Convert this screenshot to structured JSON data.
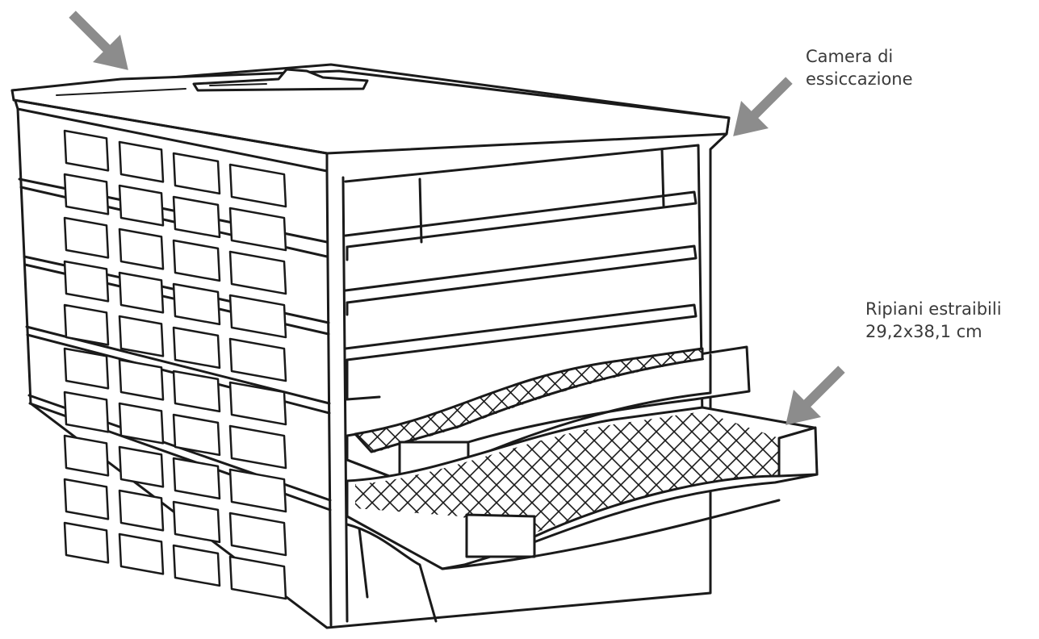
{
  "labels": {
    "chamber": [
      "Camera di",
      "essiccazione"
    ],
    "trays": [
      "Ripiani estraibili",
      "29,2x38,1 cm"
    ]
  },
  "colors": {
    "line": "#1a1a1a",
    "arrow": "#8c8c8c",
    "text": "#3a3a3a",
    "fill": "#ffffff"
  },
  "icons": {
    "top_arrow": "arrow-down-right-icon",
    "chamber_arrow": "arrow-down-left-icon",
    "tray_arrow": "arrow-down-left-icon"
  }
}
